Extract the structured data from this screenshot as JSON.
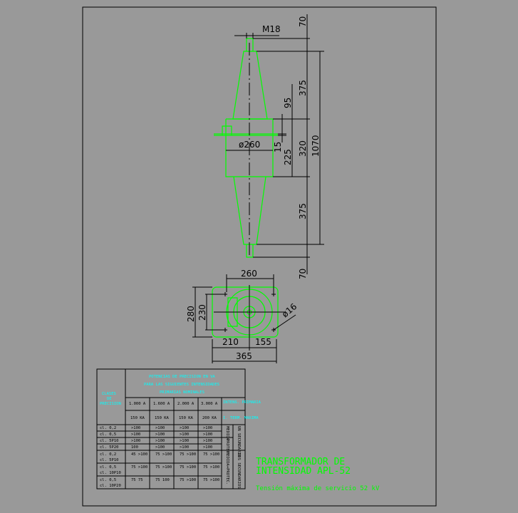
{
  "drawing": {
    "colors": {
      "background": "#999999",
      "outline": "#00ff00",
      "dimensions": "#000000",
      "table_header": "#00ffff"
    },
    "front_view_dims": {
      "thread": "M18",
      "top_stud": "70",
      "upper_cone": "375",
      "d95": "95",
      "d320": "320",
      "total": "1070",
      "d15": "15",
      "d225": "225",
      "diameter": "ø260",
      "lower_cone": "375",
      "bottom_stud": "70"
    },
    "base_view_dims": {
      "width_holes": "260",
      "height_outer": "280",
      "height_holes": "230",
      "hole_diameter": "ø16",
      "left": "210",
      "right": "155",
      "total_width": "365"
    }
  },
  "table": {
    "header_class": "CLASES DE PRECISION",
    "header_power": [
      "POTENCIAS DE PRECISION EN VA",
      "PARA LAS SIGUIENTES INTENSIDADES",
      "PRIMARIAS NOMINALES"
    ],
    "currents": [
      "1.000 A",
      "1.600 A",
      "2.000 A",
      "3.000 A"
    ],
    "thermal": [
      "150 KA",
      "150 KA",
      "150 KA",
      "200 KA"
    ],
    "intens_label": "INTENS. PRIMARIA",
    "term_label": "I. TERM. MAXIMA",
    "rows": [
      {
        "cls": [
          "cl. 0,2"
        ],
        "vals": [
          ">100",
          ">100",
          ">100",
          ">100"
        ]
      },
      {
        "cls": [
          "cl. 0,5"
        ],
        "vals": [
          ">100",
          ">100",
          ">100",
          ">100"
        ]
      },
      {
        "cls": [
          "cl. 5P10"
        ],
        "vals": [
          ">100",
          ">100",
          ">100",
          ">100"
        ]
      },
      {
        "cls": [
          "cl. 5P20"
        ],
        "vals": [
          "100",
          ">100",
          ">100",
          ">100"
        ]
      },
      {
        "cls": [
          "cl. 0,2",
          "cl. 5P10"
        ],
        "vals": [
          "45 >100",
          "75 >100",
          "75 >100",
          "75 >100"
        ]
      },
      {
        "cls": [
          "cl. 0,5",
          "cl. 10P10"
        ],
        "vals": [
          "75 >100",
          "75 >100",
          "75 >100",
          "75 >100"
        ]
      },
      {
        "cls": [
          "cl. 0,5",
          "cl. 10P20"
        ],
        "vals": [
          "75 75",
          "75 100",
          "75 >100",
          "75 >100"
        ]
      }
    ],
    "side_labels": {
      "medida": "MEDIDA",
      "protec": "PROTEC.",
      "medida_protec": "MEDIDA+PROTEC.",
      "un_sec": "UN SECUNDARIO",
      "dos_sec": "DOS SECUNDARIOS"
    }
  },
  "title_block": {
    "line1": "TRANSFORMADOR DE",
    "line2": "INTENSIDAD APL-52",
    "subtitle": "Tensión máxima de servicio 52 kV"
  }
}
